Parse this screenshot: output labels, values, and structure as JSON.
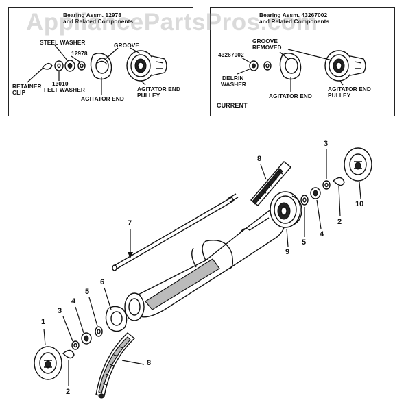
{
  "watermark": "AppliancePartsPros.com",
  "left_panel": {
    "title_line1": "Bearing Assm. 12978",
    "title_line2": "and Related Components",
    "labels": {
      "steel_washer": "STEEL WASHER",
      "groove": "GROOVE",
      "part_12978": "12978",
      "retainer_clip_1": "RETAINER",
      "retainer_clip_2": "CLIP",
      "felt_washer_1": "13010",
      "felt_washer_2": "FELT WASHER",
      "agitator_end": "AGITATOR END",
      "pulley_1": "AGITATOR END",
      "pulley_2": "PULLEY"
    }
  },
  "right_panel": {
    "title_line1": "Bearing Assm. 43267002",
    "title_line2": "and Related Components",
    "labels": {
      "groove_removed_1": "GROOVE",
      "groove_removed_2": "REMOVED",
      "part_43267002": "43267002",
      "delrin_1": "DELRIN",
      "delrin_2": "WASHER",
      "agitator_end": "AGITATOR END",
      "pulley_1": "AGITATOR END",
      "pulley_2": "PULLEY",
      "current": "CURRENT"
    }
  },
  "callouts": {
    "n1": "1",
    "n2_left": "2",
    "n3_left": "3",
    "n4_left": "4",
    "n5_left": "5",
    "n6": "6",
    "n7": "7",
    "n8_top": "8",
    "n8_bottom": "8",
    "n9": "9",
    "n5_right": "5",
    "n4_right": "4",
    "n3_right": "3",
    "n2_right": "2",
    "n10": "10"
  }
}
